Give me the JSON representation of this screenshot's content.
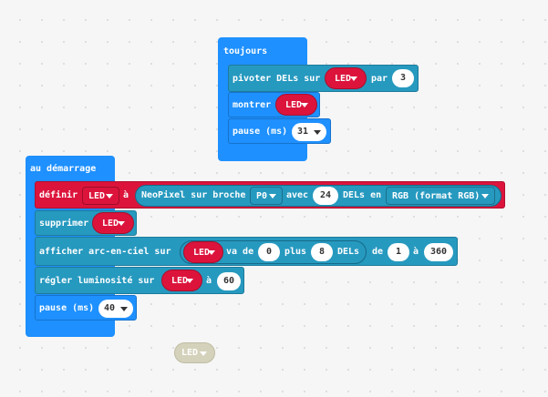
{
  "forever_block": {
    "title": "toujours",
    "rotate": {
      "label": "pivoter DELs sur",
      "var": "LED",
      "by_label": "par",
      "amount": "3"
    },
    "show": {
      "label": "montrer",
      "var": "LED"
    },
    "pause": {
      "label": "pause (ms)",
      "value": "31"
    }
  },
  "start_block": {
    "title": "au démarrage",
    "set": {
      "label": "définir",
      "var": "LED",
      "to_label": "à",
      "neopixel_label": "NeoPixel sur broche",
      "pin": "P0",
      "with_label": "avec",
      "count": "24",
      "leds_in_label": "DELs en",
      "mode": "RGB (format RGB)"
    },
    "clear": {
      "label": "supprimer",
      "var": "LED"
    },
    "rainbow": {
      "label": "afficher arc-en-ciel sur",
      "var": "LED",
      "from_label": "va de",
      "from": "0",
      "plus_label": "plus",
      "plus": "8",
      "leds_label": "DELs",
      "de_label": "de",
      "hue_start": "1",
      "a_label": "à",
      "hue_end": "360"
    },
    "brightness": {
      "label": "régler luminosité sur",
      "var": "LED",
      "a_label": "à",
      "value": "60"
    },
    "pause": {
      "label": "pause (ms)",
      "value": "40"
    }
  },
  "stray_block": {
    "var": "LED"
  },
  "colors": {
    "basic": "#1e90ff",
    "neopixel": "#2699bf",
    "variable": "#dc143c",
    "disabled": "#d4d2bb"
  }
}
